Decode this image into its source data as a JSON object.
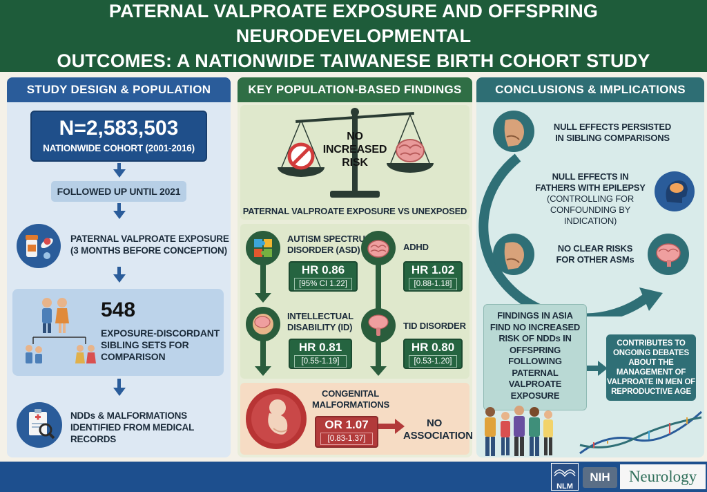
{
  "title": {
    "line1": "PATERNAL VALPROATE EXPOSURE AND OFFSPRING NEURODEVELOPMENTAL",
    "line2": "OUTCOMES: A NATIONWIDE TAIWANESE BIRTH COHORT STUDY"
  },
  "study_design": {
    "header": "STUDY DESIGN & POPULATION",
    "cohort_n": "N=2,583,503",
    "cohort_desc": "NATIONWIDE COHORT (2001-2016)",
    "followup": "FOLLOWED UP UNTIL 2021",
    "exposure_line1": "PATERNAL VALPROATE EXPOSURE",
    "exposure_line2": "(3 MONTHS BEFORE CONCEPTION)",
    "sibling_count": "548",
    "sibling_line1": "EXPOSURE-DISCORDANT",
    "sibling_line2": "SIBLING SETS FOR",
    "sibling_line3": "COMPARISON",
    "records_line1": "NDDs & MALFORMATIONS",
    "records_line2": "IDENTIFIED FROM MEDICAL",
    "records_line3": "RECORDS"
  },
  "findings": {
    "header": "KEY POPULATION-BASED FINDINGS",
    "scale_line1": "NO",
    "scale_line2": "INCREASED",
    "scale_line3": "RISK",
    "comparison": "PATERNAL VALPROATE EXPOSURE VS UNEXPOSED",
    "asd_label1": "AUTISM SPECTRUM",
    "asd_label2": "DISORDER (ASD)",
    "asd_hr": "HR 0.86",
    "asd_ci": "[95% CI 1.22]",
    "adhd_label": "ADHD",
    "adhd_hr": "HR 1.02",
    "adhd_ci": "[0.88-1.18]",
    "id_label1": "INTELLECTUAL",
    "id_label2": "DISABILITY (ID)",
    "id_hr": "HR 0.81",
    "id_ci": "[0.55-1.19]",
    "tid_label": "TID DISORDER",
    "tid_hr": "HR 0.80",
    "tid_ci": "[0.53-1.20]",
    "cm_label1": "CONGENITAL",
    "cm_label2": "MALFORMATIONS",
    "cm_or": "OR 1.07",
    "cm_ci": "[0.83-1.37]",
    "cm_result1": "NO",
    "cm_result2": "ASSOCIATION"
  },
  "conclusions": {
    "header": "CONCLUSIONS & IMPLICATIONS",
    "c1_line1": "NULL EFFECTS PERSISTED",
    "c1_line2": "IN SIBLING COMPARISONS",
    "c2_line1": "NULL EFFECTS IN",
    "c2_line2": "FATHERS WITH EPILEPSY",
    "c2_line3": "(CONTROLLING FOR",
    "c2_line4": "CONFOUNDING BY INDICATION)",
    "c3_line1": "NO CLEAR RISKS",
    "c3_line2": "FOR OTHER ASMs",
    "asia_line1": "FINDINGS IN ASIA",
    "asia_line2": "FIND NO INCREASED",
    "asia_line3": "RISK OF NDDs IN",
    "asia_line4": "OFFSPRING",
    "asia_line5": "FOLLOWING",
    "asia_line6": "PATERNAL",
    "asia_line7": "VALPROATE",
    "asia_line8": "EXPOSURE",
    "debate_line1": "CONTRIBUTES TO",
    "debate_line2": "ONGOING DEBATES",
    "debate_line3": "ABOUT THE",
    "debate_line4": "MANAGEMENT OF",
    "debate_line5": "VALPROATE IN MEN OF",
    "debate_line6": "REPRODUCTIVE AGE"
  },
  "footer": {
    "nlm": "NLM",
    "nih": "NIH",
    "journal": "Neurology"
  },
  "colors": {
    "title_green": "#1e5c3a",
    "design_blue": "#2a5c9a",
    "findings_green": "#2f6e45",
    "conclusions_teal": "#2e6e74",
    "hr_box_green": "#256440",
    "or_box_red": "#b23a3a"
  }
}
